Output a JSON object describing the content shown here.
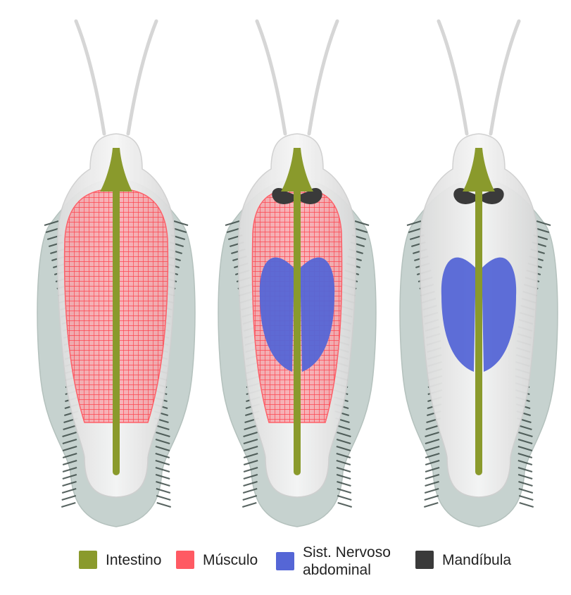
{
  "colors": {
    "intestino": "#8a9a2c",
    "musculo": "#ff5a63",
    "nervoso": "#5566d6",
    "mandibula": "#3a3a3a",
    "cuticula": "#c6d2cf",
    "cuticula_stripe": "#3c4a46",
    "body_shell": "#eeeeee"
  },
  "figure": {
    "panels": [
      {
        "name": "panel-intestino-musculo",
        "shows": [
          "intestino",
          "musculo"
        ]
      },
      {
        "name": "panel-musculo-nervoso-mandibula",
        "shows": [
          "intestino",
          "musculo",
          "nervoso",
          "mandibula"
        ]
      },
      {
        "name": "panel-nervoso-mandibula",
        "shows": [
          "intestino",
          "nervoso",
          "mandibula"
        ]
      }
    ]
  },
  "legend": {
    "items": [
      {
        "key": "intestino",
        "lines": [
          "Intestino"
        ]
      },
      {
        "key": "musculo",
        "lines": [
          "Músculo"
        ]
      },
      {
        "key": "nervoso",
        "lines": [
          "Sist. Nervoso",
          "abdominal"
        ]
      },
      {
        "key": "mandibula",
        "lines": [
          "Mandíbula"
        ]
      }
    ]
  }
}
